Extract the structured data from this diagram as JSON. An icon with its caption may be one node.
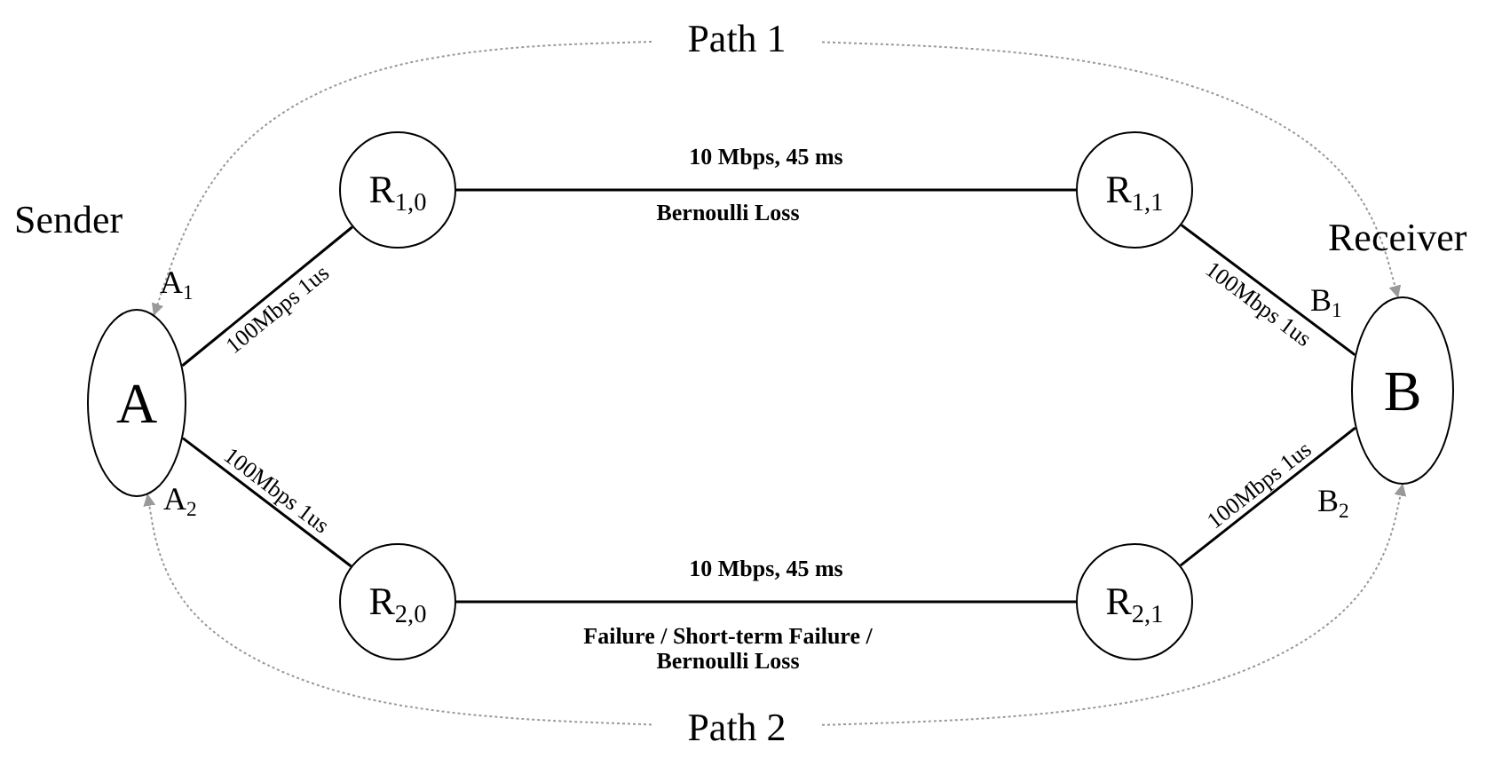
{
  "diagram": {
    "nodes": [
      {
        "text": [
          "Path 1"
        ]
      },
      {
        "text": [
          "R$_{1,0}$"
        ]
      },
      {
        "text": [
          "R$_{1,1}$"
        ]
      },
      {
        "text": [
          "A"
        ]
      },
      {
        "text": [
          "B"
        ]
      },
      {
        "text": [
          "R$_{2,0}$"
        ]
      },
      {
        "text": [
          "R$_{2,1}$"
        ]
      },
      {
        "text": [
          "Path 2"
        ]
      }
    ],
    "edges": [
      {
        "from": 3,
        "to": 1,
        "arrow": "none",
        "label": "100Mbps 1us"
      },
      {
        "from": 1,
        "to": 2,
        "arrow": "none",
        "label": "10 Mbps, 45 ms"
      },
      {
        "from": 2,
        "to": 4,
        "arrow": "none",
        "label": "100Mbps 1us"
      },
      {
        "from": 3,
        "to": 5,
        "arrow": "none",
        "label": "100Mbps 1us"
      },
      {
        "from": 5,
        "to": 6,
        "arrow": "none",
        "label": "10 Mbps, 45 ms"
      },
      {
        "from": 6,
        "to": 4,
        "arrow": "none",
        "label": "100Mbps 1us"
      },
      {
        "from": 0,
        "to": 3,
        "arrow": "to",
        "style": "dashed",
        "color": "#999999"
      },
      {
        "from": 0,
        "to": 4,
        "arrow": "to",
        "style": "dashed",
        "color": "#999999"
      },
      {
        "from": 7,
        "to": 3,
        "arrow": "to",
        "style": "dashed",
        "color": "#999999"
      },
      {
        "from": 7,
        "to": 4,
        "arrow": "to",
        "style": "dashed",
        "color": "#999999"
      }
    ],
    "labels": [
      "Sender",
      "Receiver",
      "A$_{1}$",
      "B$_{1}$",
      "Bernoulli Loss",
      "A$_{2}$",
      "B$_{2}$",
      "Failure / Short-term Failure / Bernoulli Loss"
    ]
  }
}
